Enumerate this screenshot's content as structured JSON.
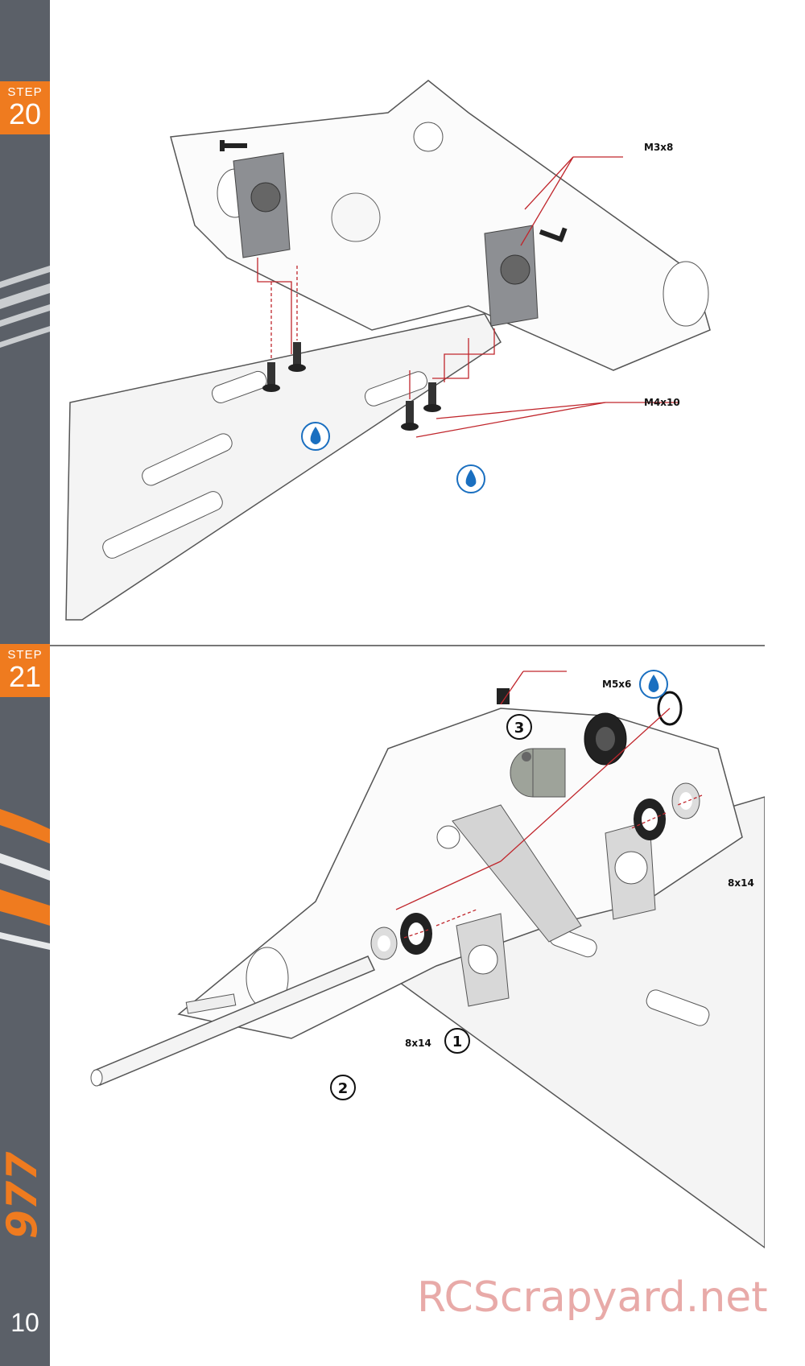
{
  "steps": [
    {
      "label": "STEP",
      "number": "20"
    },
    {
      "label": "STEP",
      "number": "21"
    }
  ],
  "callouts": {
    "step20_screw_top": "M3x8",
    "step20_screw_bottom": "M4x10",
    "step21_setscrew": "M5x6",
    "step21_bearing_right": "8x14",
    "step21_bearing_left": "8x14",
    "step21_part1": "1",
    "step21_part2": "2",
    "step21_part3": "3"
  },
  "brand": {
    "logo_text": "977"
  },
  "page_number": "10",
  "watermark": "RCScrapyard.net",
  "icons": {
    "drop": "thread-lock-drop-icon"
  },
  "colors": {
    "sidebar": "#5b6068",
    "accent": "#ef7b1f",
    "callout_line": "#c0262c",
    "lock_blue": "#1a6fc0"
  }
}
